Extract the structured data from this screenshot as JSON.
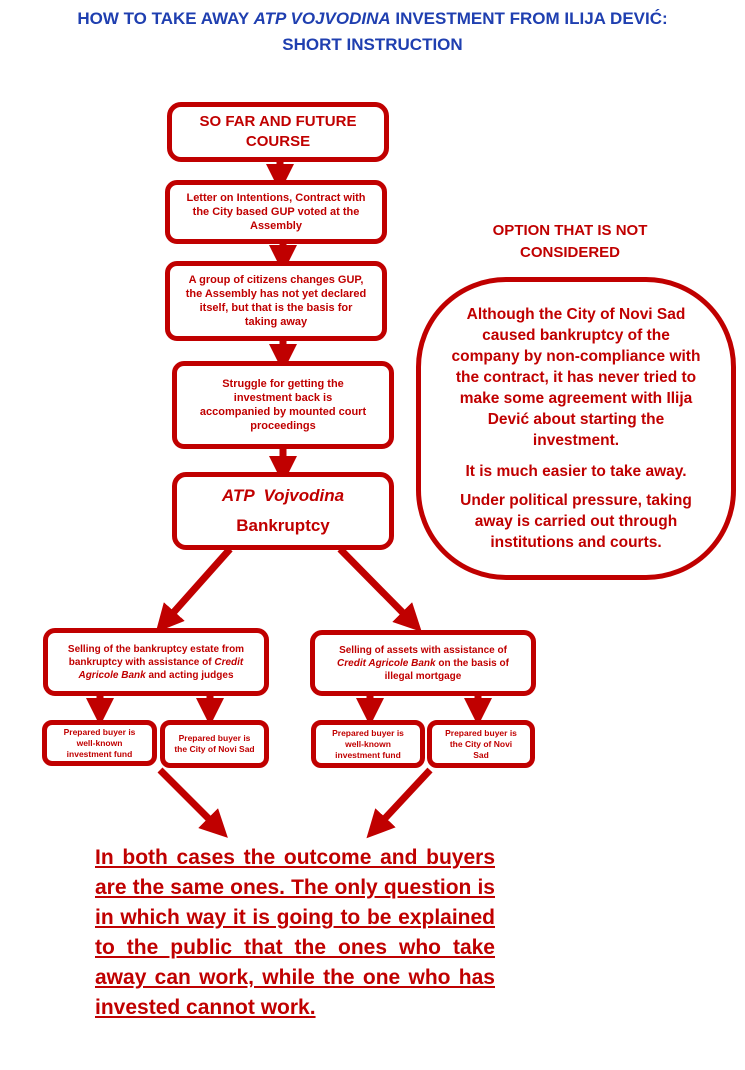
{
  "title": {
    "line1_prefix": "HOW TO TAKE AWAY ",
    "line1_italic": "ATP VOJVODINA",
    "line1_suffix": " INVESTMENT FROM ILIJA DEVIĆ:",
    "line2": "SHORT INSTRUCTION"
  },
  "flow": {
    "box1": "SO FAR AND FUTURE COURSE",
    "box2": "Letter on Intentions, Contract with the City based GUP voted at the Assembly",
    "box3": "A group of citizens changes GUP, the Assembly has not yet declared itself, but that is the basis for taking away",
    "box4": "Struggle for getting the investment back is accompanied by mounted court proceedings",
    "box5_line1": "ATP  Vojvodina",
    "box5_line2": "Bankruptcy"
  },
  "left_branch": {
    "a": "Selling of the bankruptcy estate from bankruptcy with assistance of ",
    "bank": "Credit Agricole Bank",
    "b": " and acting judges",
    "buyer1": "Prepared buyer is well-known investment fund",
    "buyer2": "Prepared buyer is the City of Novi Sad"
  },
  "right_branch": {
    "a": "Selling of assets with assistance of ",
    "bank": "Credit Agricole Bank",
    "b": " on the basis of illegal mortgage",
    "buyer1": "Prepared buyer is well-known investment fund",
    "buyer2": "Prepared buyer is the City of Novi Sad"
  },
  "option": {
    "heading": "OPTION THAT IS NOT CONSIDERED",
    "p1": "Although the City of Novi Sad caused bankruptcy of the company by non-compliance with the contract, it has never tried to make some agreement with Ilija Dević about starting the investment.",
    "p2": "It is much easier to take away.",
    "p3": "Under political pressure, taking away is carried out through institutions and courts."
  },
  "conclusion": "In both cases the outcome and buyers are the same ones. The only question is in which way it is going to be explained to the public that the ones who take away can work, while the one who has invested cannot work.",
  "colors": {
    "accent": "#c00000",
    "title": "#1f3fb0"
  }
}
